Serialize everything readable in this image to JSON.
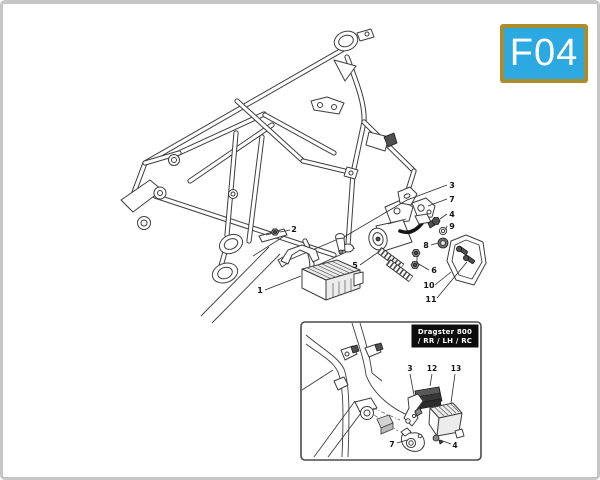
{
  "badge": {
    "label": "F04",
    "bg_color": "#2ba9e0",
    "border_color": "#ac8c2c",
    "text_color": "#ffffff"
  },
  "diagram": {
    "callouts": [
      "1",
      "2",
      "3",
      "4",
      "5",
      "6",
      "7",
      "8",
      "9",
      "10",
      "11"
    ]
  },
  "inset": {
    "title": {
      "line1": "Dragster 800",
      "line2": "/ RR / LH / RC"
    },
    "title_bg": "#0d0d0d",
    "title_text_color": "#ffffff",
    "callouts": [
      "3",
      "12",
      "13",
      "7",
      "4"
    ]
  },
  "colors": {
    "page_border": "#c6c6c6",
    "line_art": "#3d3d3d",
    "inset_border": "#4a4a4a"
  }
}
